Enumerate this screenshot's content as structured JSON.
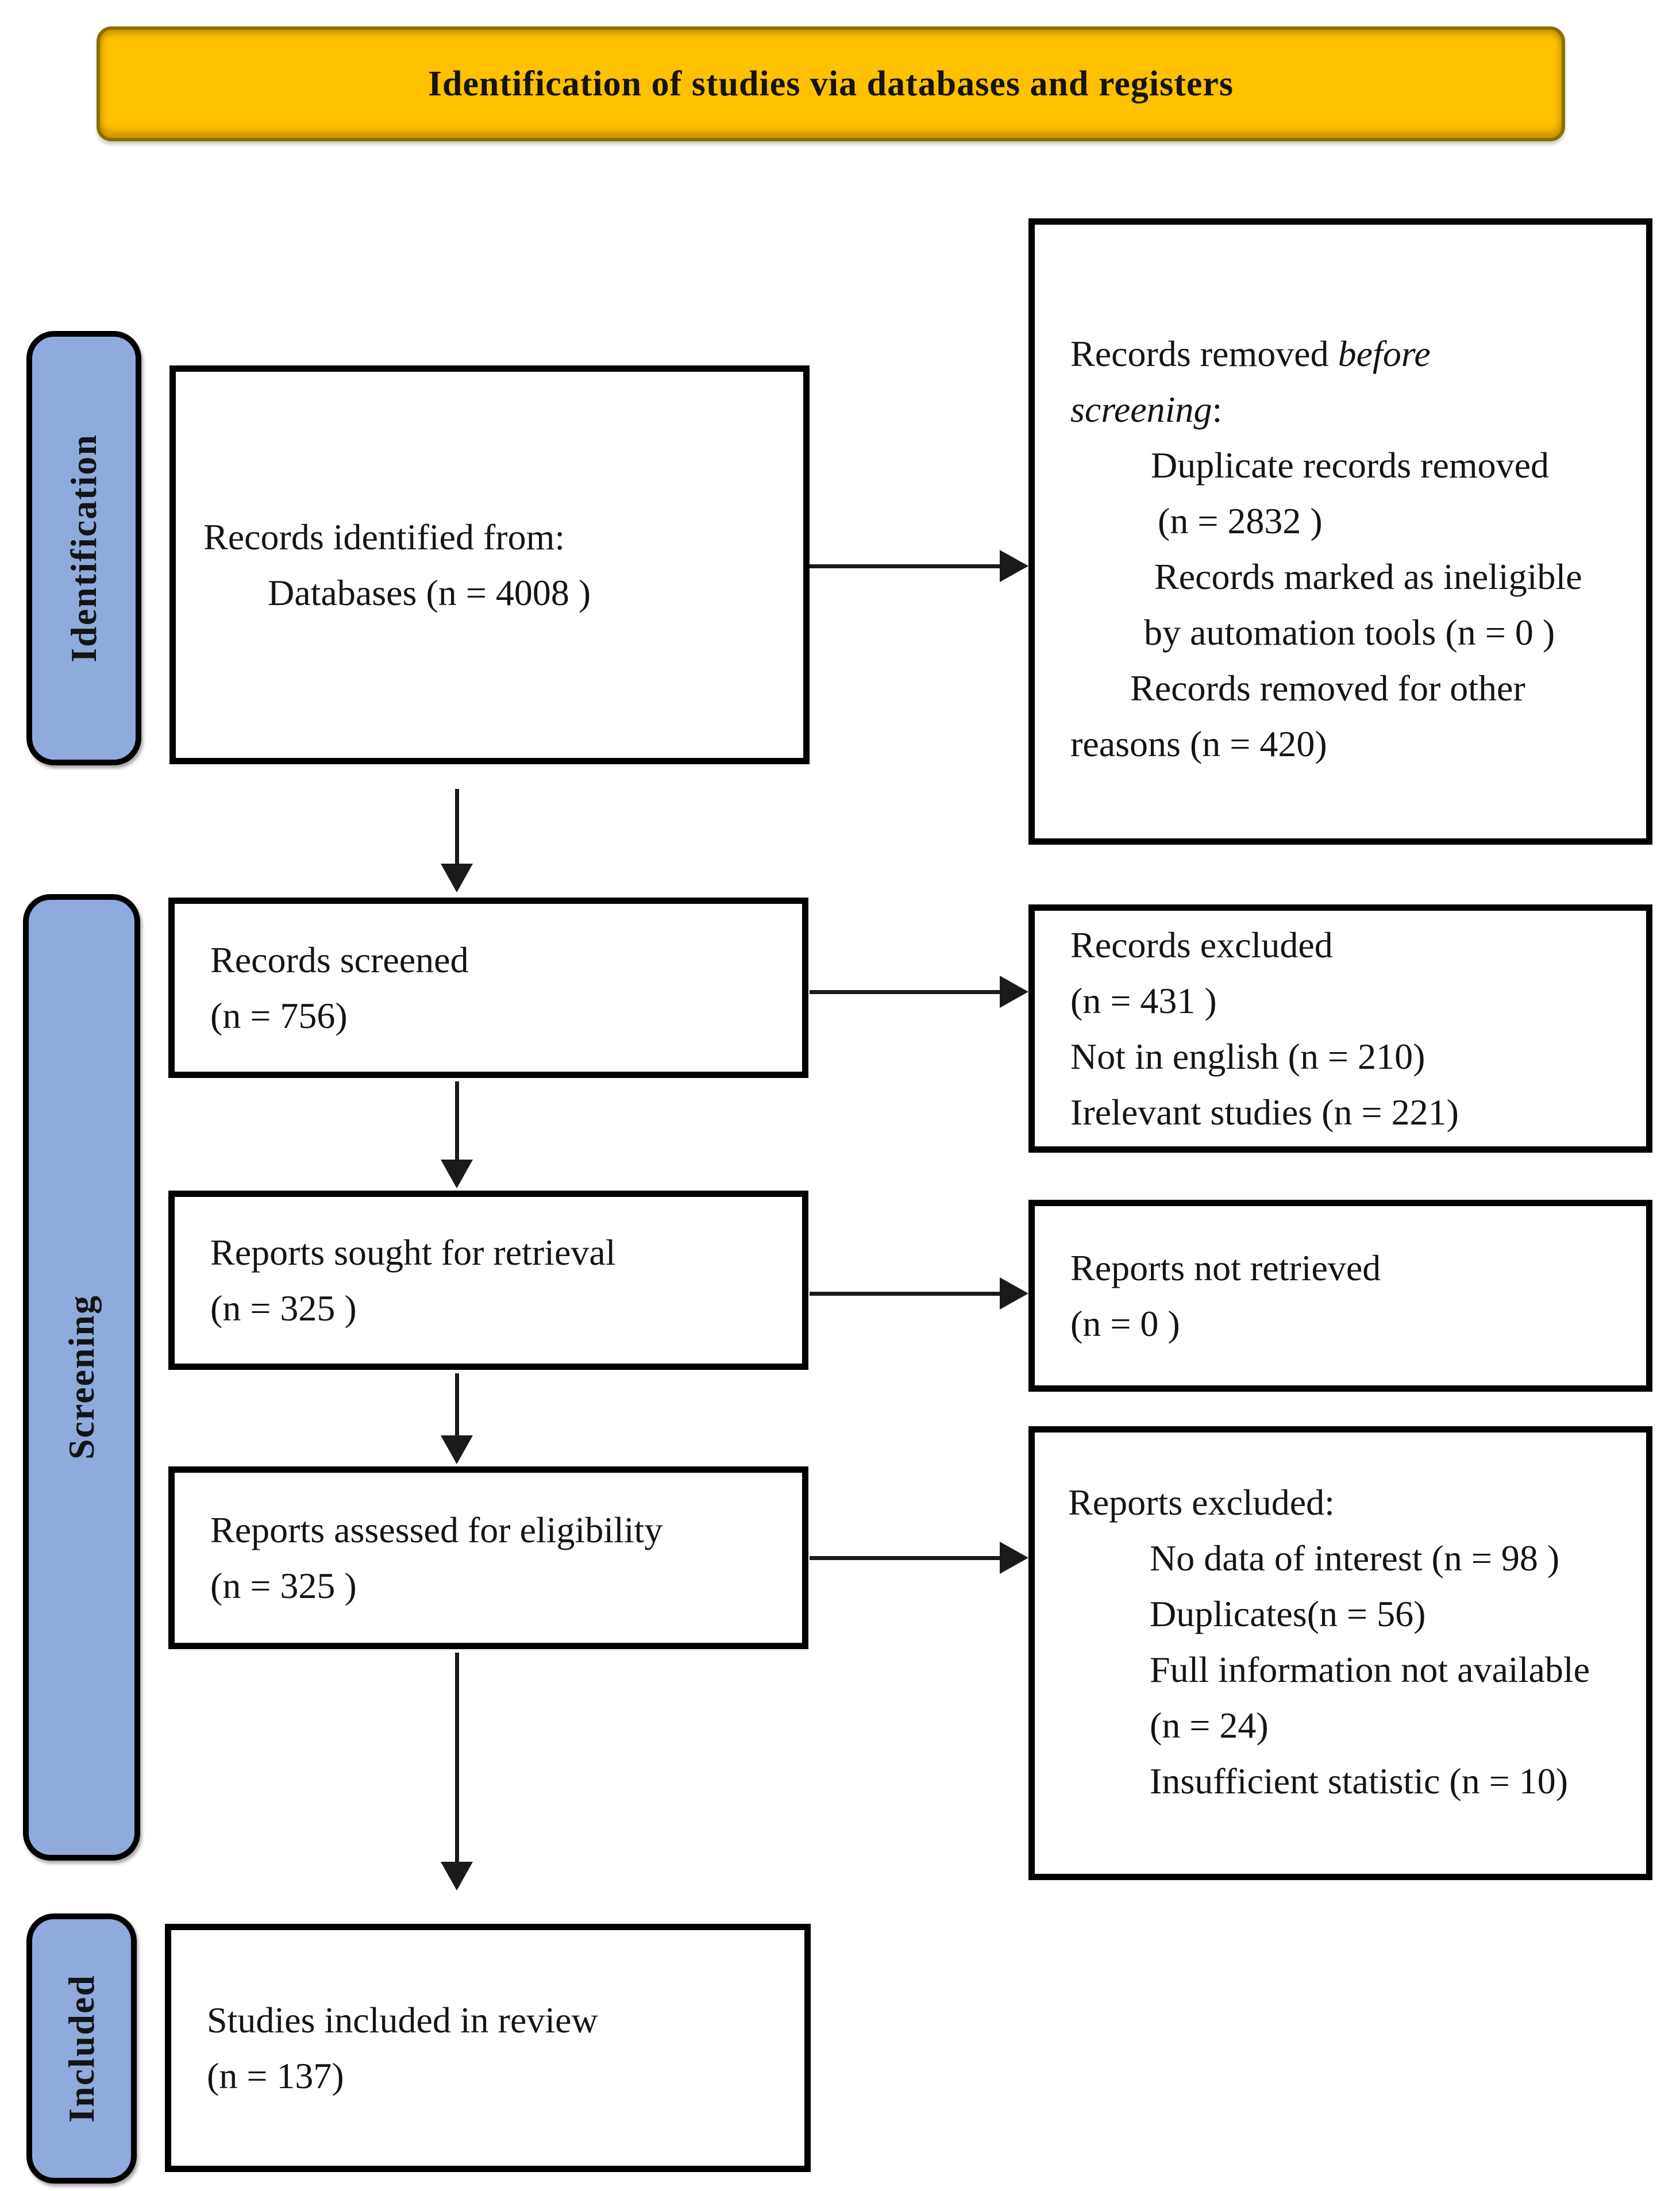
{
  "banner": {
    "title": "Identification of studies via databases and registers"
  },
  "sidebar": {
    "identification": "Identification",
    "screening": "Screening",
    "included": "Included"
  },
  "flow": {
    "records_identified": {
      "line1": "Records identified from:",
      "line2": "Databases (n = 4008 )"
    },
    "records_removed": {
      "line1_regular": "Records removed ",
      "line1_italic": "before",
      "line2_italic": "screening",
      "line2_regular": ":",
      "items": [
        "Duplicate records removed",
        "(n = 2832 )",
        "Records marked as ineligible",
        "by automation tools (n = 0 )",
        "Records removed for other",
        "reasons (n = 420)"
      ]
    },
    "records_screened": {
      "line1": "Records screened",
      "line2": "(n = 756)"
    },
    "records_excluded": {
      "lines": [
        "Records excluded",
        "(n = 431 )",
        "Not in english (n = 210)",
        "Irelevant studies (n = 221)"
      ]
    },
    "reports_sought": {
      "line1": "Reports sought for retrieval",
      "line2": "(n = 325 )"
    },
    "reports_not_retrieved": {
      "line1": "Reports not retrieved",
      "line2": "(n = 0 )"
    },
    "reports_assessed": {
      "line1": "Reports assessed for eligibility",
      "line2": "(n = 325 )"
    },
    "reports_excluded": {
      "heading": "Reports excluded:",
      "items": [
        "No data of interest (n = 98 )",
        "Duplicates(n = 56)",
        "Full information not available",
        "(n = 24)",
        "Insufficient statistic (n = 10)"
      ]
    },
    "studies_included": {
      "line1": "Studies included in review",
      "line2": "(n = 137)"
    }
  },
  "colors": {
    "banner_bg": "#FFC000",
    "banner_border": "#8B6F00",
    "stage_bg": "#8FAADC",
    "box_border": "#000000",
    "arrow": "#1A1A1A"
  }
}
